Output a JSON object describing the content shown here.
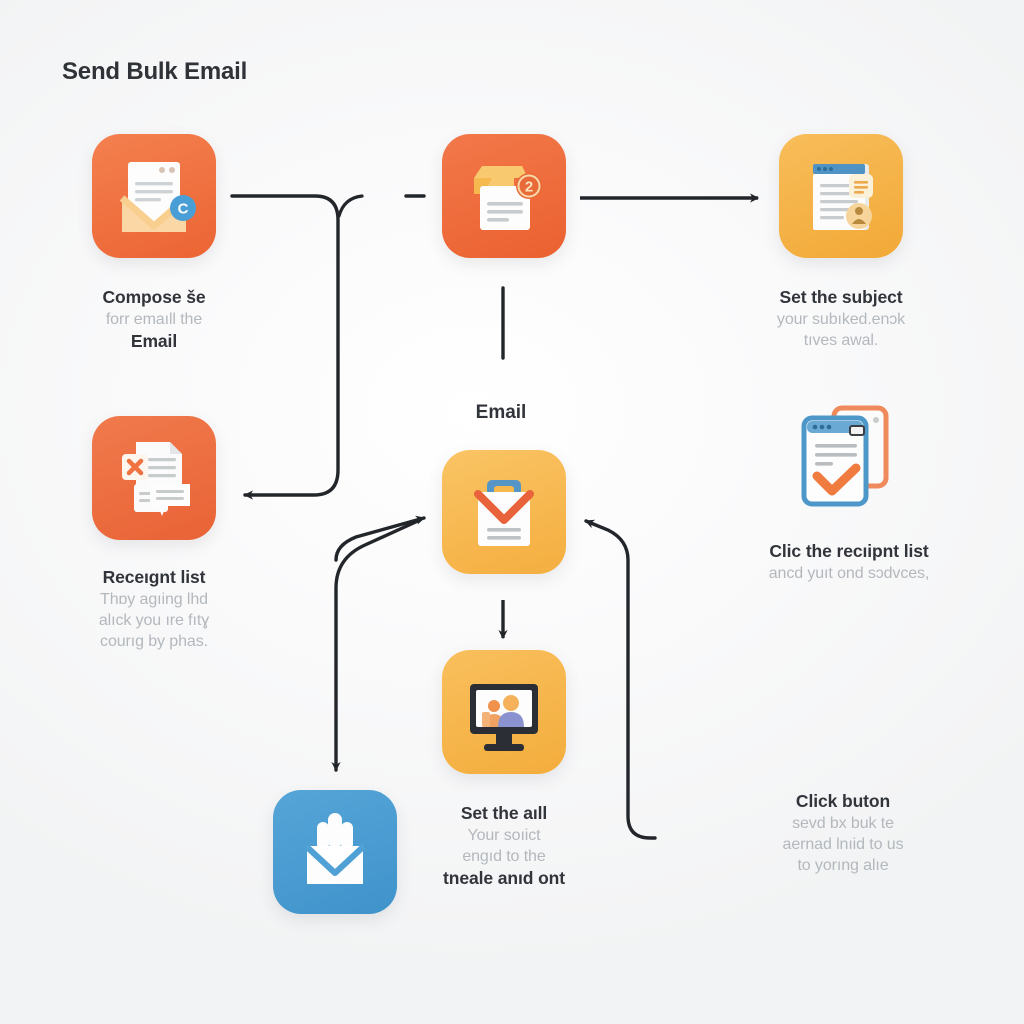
{
  "page": {
    "title": "Send Bulk Email",
    "background_color": "#f4f5f6",
    "edge_color": "#22262b"
  },
  "center_label": "Email",
  "palette": {
    "orange": "#f07242",
    "orange_deep": "#ef6c39",
    "amber": "#f6b54a",
    "amber_light": "#f9bf55",
    "blue": "#4d9ed4",
    "blue_badge": "#4a9ed6",
    "ink": "#31343a",
    "muted": "#b3b8bd"
  },
  "nodes": [
    {
      "id": "compose",
      "icon": "compose-email-icon",
      "tile_color": "#f07242",
      "caption": {
        "title": "Compose še",
        "sub": "forr emaıll the",
        "strong": "Email"
      }
    },
    {
      "id": "open-email",
      "icon": "open-envelope-badge-icon",
      "tile_color": "#ef6c39",
      "badge": "2",
      "caption": {
        "title": "",
        "sub": "",
        "strong": ""
      }
    },
    {
      "id": "set-subject",
      "icon": "document-subject-icon",
      "tile_color": "#f6b54a",
      "caption": {
        "title": "Set the subject",
        "sub": "your subıked.enɔk",
        "sub2": "tıves awal."
      }
    },
    {
      "id": "recipient-list",
      "icon": "document-error-chat-icon",
      "tile_color": "#f07242",
      "caption": {
        "title": "Receıgnt list",
        "sub": "Thɒy aɡıing lhd",
        "sub2": "alıck you ıre fıtɣ",
        "sub3": "courıg by phas."
      }
    },
    {
      "id": "email-center",
      "icon": "envelope-mail-icon",
      "tile_color": "#f9bf55",
      "caption": {
        "title": "",
        "sub": ""
      }
    },
    {
      "id": "click-recipient",
      "icon": "browser-check-icon",
      "tile_color": "transparent",
      "caption": {
        "title": "Clic the recıipnt list",
        "sub": "ancd yuıt ond sɔdvces,"
      }
    },
    {
      "id": "preview-monitor",
      "icon": "monitor-people-icon",
      "tile_color": "#f6b54a",
      "caption": {
        "title": "Set the aıll",
        "sub": "Your soıict",
        "sub2": "engıd to the",
        "strong": "tneale anıd ont"
      }
    },
    {
      "id": "send-bulk",
      "icon": "envelope-recipients-icon",
      "tile_color": "#4d9ed4",
      "caption": {
        "title": "",
        "sub": ""
      }
    },
    {
      "id": "click-button",
      "icon": "",
      "tile_color": "transparent",
      "caption": {
        "title": "Click buton",
        "sub": "sevd bx buk te",
        "sub2": "aernad lnıid to us",
        "sub3": "to yorıng alıe"
      }
    }
  ],
  "edges": [
    {
      "from": "open-email",
      "to": "set-subject",
      "style": "solid-arrow-right"
    },
    {
      "from": "compose",
      "to": "recipient-list",
      "style": "loop-down-left-arrow"
    },
    {
      "from": "open-email",
      "to": "email-center",
      "style": "vertical-line"
    },
    {
      "from": "send-bulk",
      "to": "email-center",
      "style": "elbow-arrow-up-right"
    },
    {
      "from": "email-center",
      "to": "preview-monitor",
      "style": "arrow-down"
    },
    {
      "from": "click-button",
      "to": "email-center",
      "style": "elbow-arrow-up-left"
    }
  ]
}
